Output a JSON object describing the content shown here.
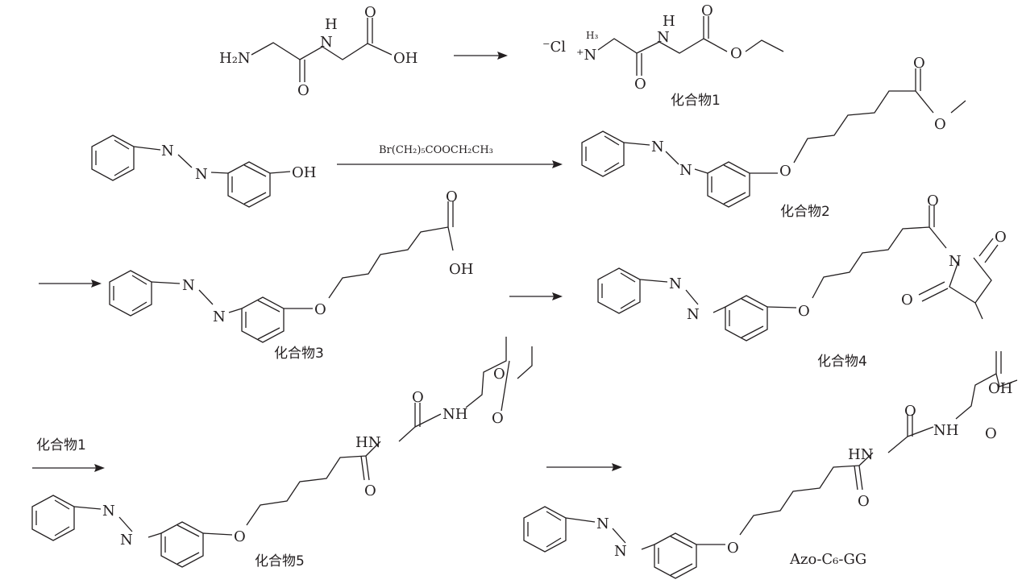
{
  "labels": {
    "h2n": "H₂N",
    "nh_top": "H",
    "n_top": "N",
    "o_top_left": "O",
    "o_top_acid": "O",
    "oh_top": "OH",
    "cl": "⁻Cl",
    "plus_nh3": "⁺N",
    "h3": "H₃",
    "nh_c1": "H",
    "n_c1": "N",
    "o_c1_amide": "O",
    "o_c1_ester": "O",
    "o_c1_ether": "O",
    "compound1": "化合物1",
    "reagent_2": "Br(CH₂)₅COOCH₂CH₃",
    "n1_azo_a": "N",
    "n2_azo_a": "N",
    "oh_phenol": "OH",
    "n1_azo_b": "N",
    "n2_azo_b": "N",
    "o_ether_b": "O",
    "o_ester_b1": "O",
    "o_ester_b2": "O",
    "compound2": "化合物2",
    "n1_azo_c": "N",
    "n2_azo_c": "N",
    "o_ether_c": "O",
    "o_acid_c": "O",
    "oh_acid_c": "OH",
    "compound3": "化合物3",
    "n1_azo_d": "N",
    "n2_azo_d": "N",
    "o_ether_d": "O",
    "o_imide_carbonyl": "O",
    "n_succ": "N",
    "o_succ_top": "O",
    "o_succ_bot": "O",
    "compound4": "化合物4",
    "reagent_5": "化合物1",
    "n1_azo_e": "N",
    "n2_azo_e": "N",
    "o_ether_e": "O",
    "hn_e": "HN",
    "o_e1": "O",
    "o_e2": "O",
    "nh_e": "NH",
    "o_e3": "O",
    "o_e4": "O",
    "compound5": "化合物5",
    "n1_azo_f": "N",
    "n2_azo_f": "N",
    "o_ether_f": "O",
    "hn_f": "HN",
    "o_f1": "O",
    "o_f2": "O",
    "nh_f": "NH",
    "o_f3": "O",
    "oh_f": "OH",
    "final_product": "Azo-C₆-GG"
  }
}
